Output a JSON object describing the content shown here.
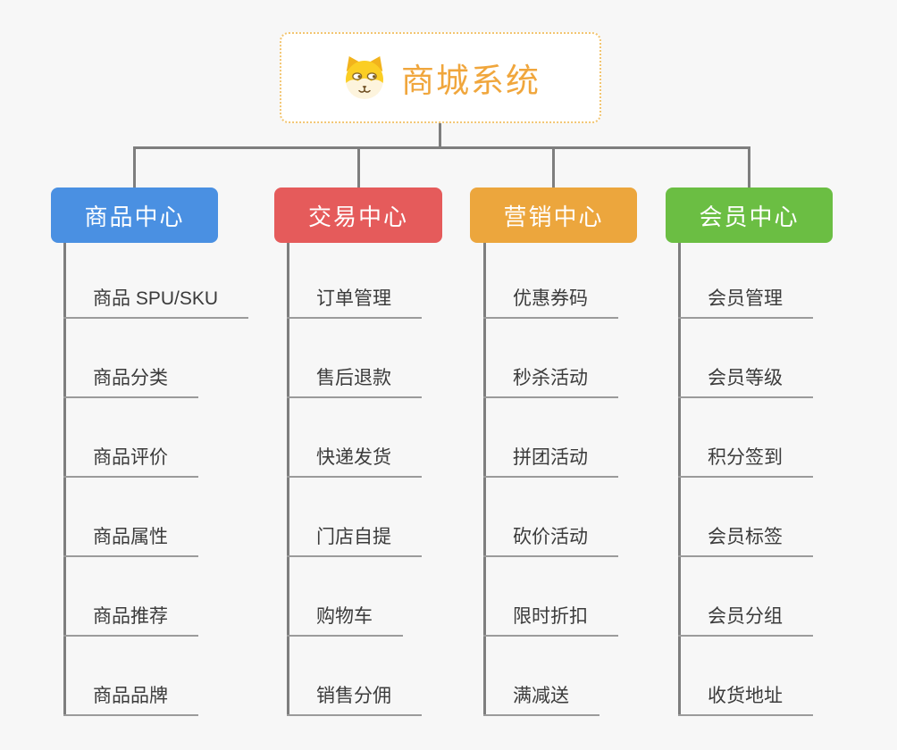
{
  "root": {
    "title": "商城系统",
    "icon": "shiba-dog-icon",
    "title_color": "#f0a63c",
    "border_color": "#f2c571"
  },
  "branches": [
    {
      "label": "商品中心",
      "color": "#4a90e2",
      "items": [
        "商品 SPU/SKU",
        "商品分类",
        "商品评价",
        "商品属性",
        "商品推荐",
        "商品品牌"
      ]
    },
    {
      "label": "交易中心",
      "color": "#e55b5b",
      "items": [
        "订单管理",
        "售后退款",
        "快递发货",
        "门店自提",
        "购物车",
        "销售分佣"
      ]
    },
    {
      "label": "营销中心",
      "color": "#eca63d",
      "items": [
        "优惠券码",
        "秒杀活动",
        "拼团活动",
        "砍价活动",
        "限时折扣",
        "满减送"
      ]
    },
    {
      "label": "会员中心",
      "color": "#6bbe43",
      "items": [
        "会员管理",
        "会员等级",
        "积分签到",
        "会员标签",
        "会员分组",
        "收货地址"
      ]
    }
  ],
  "palette": {
    "background": "#f7f7f7",
    "connector_line": "#7e7e7e",
    "leaf_underline": "#9b9b9b",
    "leaf_text": "#3b3b3b"
  }
}
